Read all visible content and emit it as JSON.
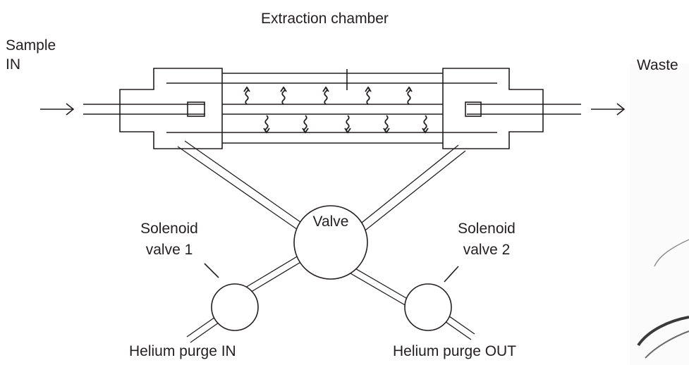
{
  "labels": {
    "title": "Extraction chamber",
    "sample_in_line1": "Sample",
    "sample_in_line2": "IN",
    "waste": "Waste",
    "valve": "Valve",
    "solenoid1_line1": "Solenoid",
    "solenoid1_line2": "valve 1",
    "solenoid2_line1": "Solenoid",
    "solenoid2_line2": "valve 2",
    "helium_in": "Helium purge IN",
    "helium_out": "Helium purge OUT"
  },
  "colors": {
    "ink": "#231f20",
    "background": "#ffffff",
    "photo_edge": "#9a9a9a"
  },
  "diffusion_arrows": {
    "upward_count": 5,
    "downward_count": 5
  }
}
